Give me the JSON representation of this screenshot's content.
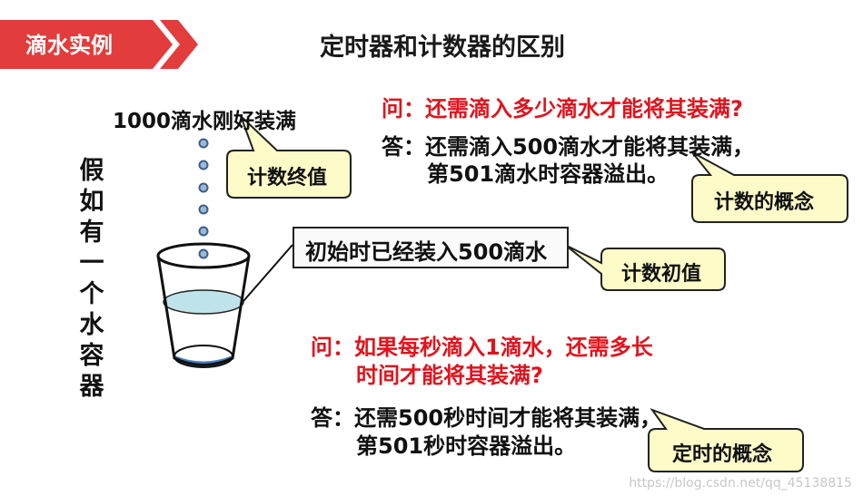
{
  "tag": {
    "label": "滴水实例",
    "color": "#e23c3c"
  },
  "title": "定时器和计数器的区别",
  "vertical_text": [
    "假",
    "如",
    "有",
    "一",
    "个",
    "水",
    "容",
    "器"
  ],
  "top_label": "1000滴水刚好装满",
  "callouts": {
    "end_value": "计数终值",
    "count_concept": "计数的概念",
    "initial_value": "计数初值",
    "timing_concept": "定时的概念"
  },
  "initial_box": "初始时已经装入500滴水",
  "q1": {
    "question": "问：还需滴入多少滴水才能将其装满?",
    "answer_line1": "答：还需滴入500滴水才能将其装满，",
    "answer_line2": "第501滴水时容器溢出。"
  },
  "q2": {
    "question_line1": "问：如果每秒滴入1滴水，还需多长",
    "question_line2": "时间才能将其装满?",
    "answer_line1": "答：还需500秒时间才能将其装满，",
    "answer_line2": "第501秒时容器溢出。"
  },
  "watermark": "https://blog.csdn.net/qq_45138815",
  "colors": {
    "callout_fill": "#fdfbc8",
    "water": "#4a7fc1",
    "accent_red": "#e0141d"
  }
}
